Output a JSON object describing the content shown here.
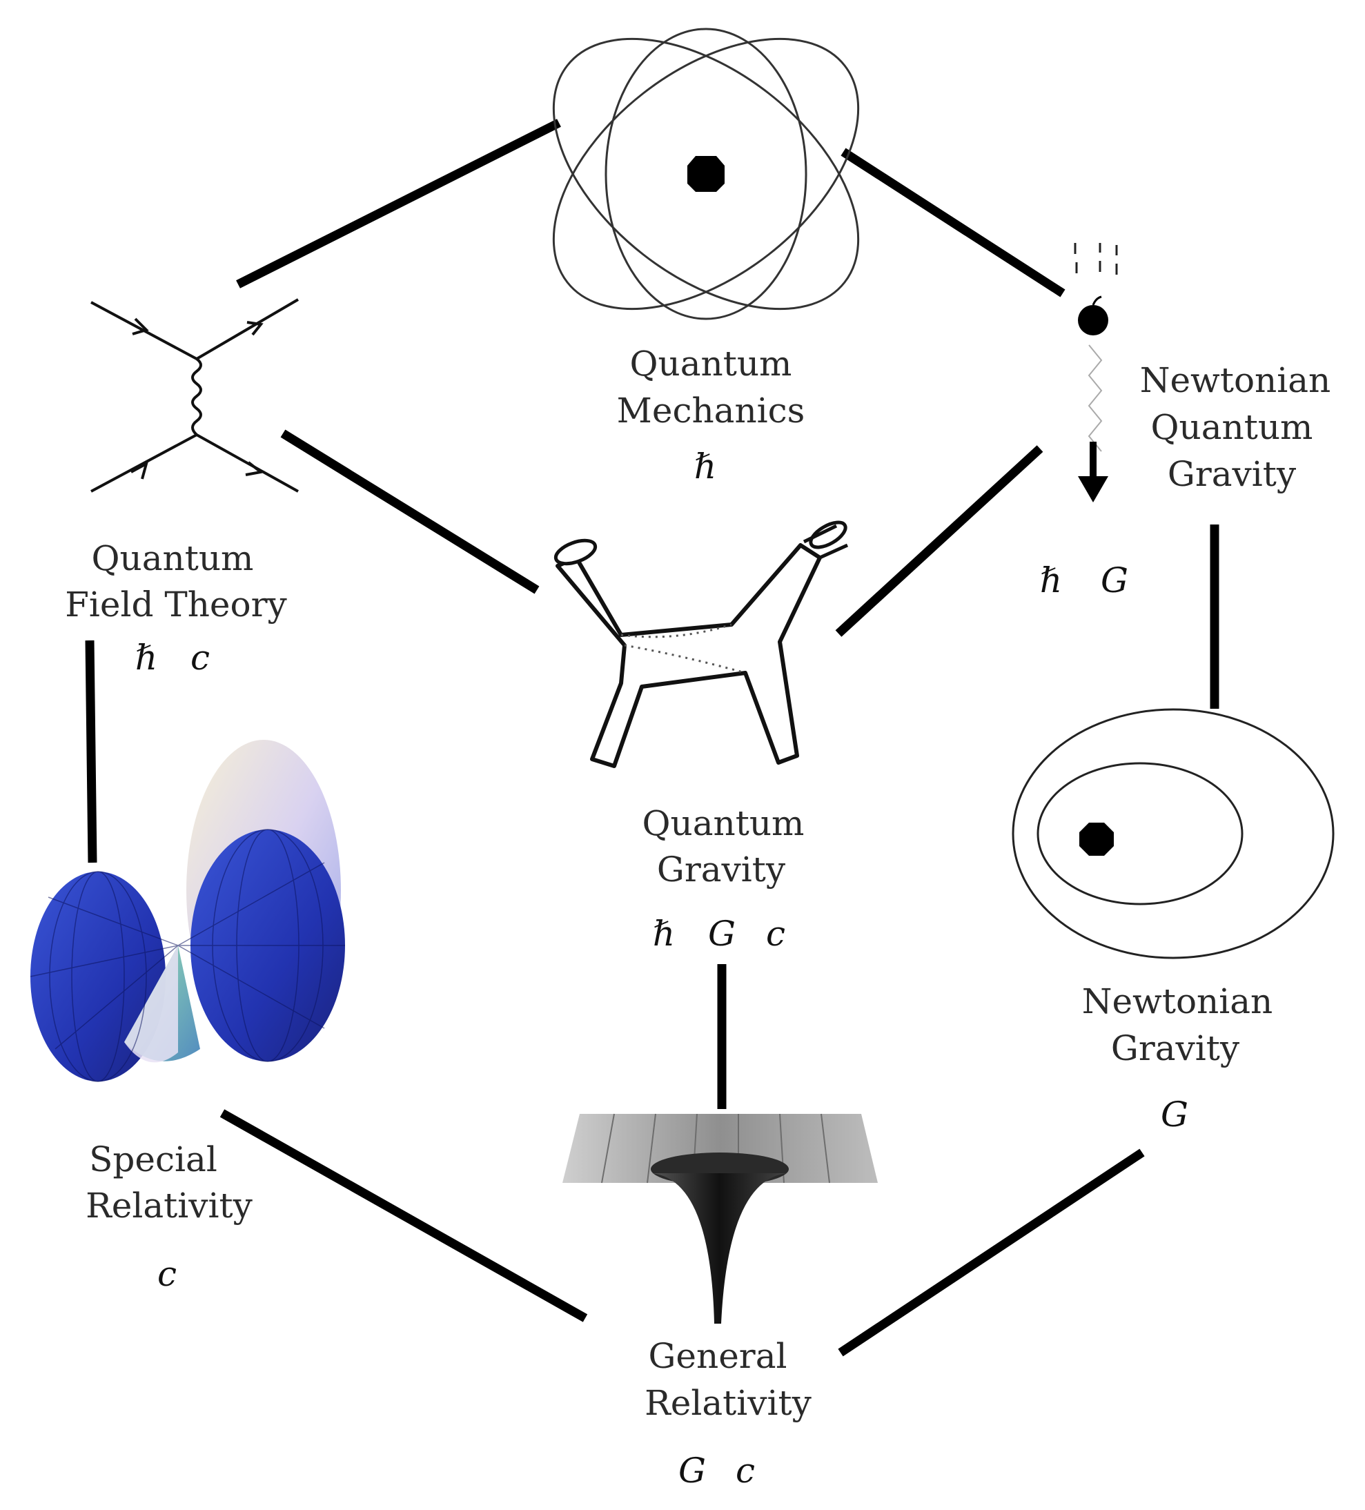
{
  "nodes": {
    "quantum_mechanics": {
      "lines": [
        "Quantum",
        "Mechanics"
      ],
      "constants": [
        "ℏ"
      ]
    },
    "quantum_field_theory": {
      "lines": [
        "Quantum",
        "Field Theory"
      ],
      "constants": [
        "ℏ",
        "c"
      ]
    },
    "newtonian_quantum_gravity": {
      "lines": [
        "Newtonian",
        "Quantum",
        "Gravity"
      ],
      "constants": [
        "ℏ",
        "G"
      ]
    },
    "quantum_gravity": {
      "lines": [
        "Quantum",
        "Gravity"
      ],
      "constants": [
        "ℏ",
        "G",
        "c"
      ]
    },
    "newtonian_gravity": {
      "lines": [
        "Newtonian",
        "Gravity"
      ],
      "constants": [
        "G"
      ]
    },
    "special_relativity": {
      "lines": [
        "Special",
        "Relativity"
      ],
      "constants": [
        "c"
      ]
    },
    "general_relativity": {
      "lines": [
        "General",
        "Relativity"
      ],
      "constants": [
        "G",
        "c"
      ]
    }
  },
  "colors": {
    "line": "#000000",
    "sphere_blue": "#2b3fbf",
    "sphere_cream": "#efe9c9",
    "sphere_green": "#7fcf9a"
  },
  "icons": {
    "quantum_mechanics": "atom-icon",
    "quantum_field_theory": "feynman-diagram-icon",
    "newtonian_quantum_gravity": "falling-apple-icon",
    "quantum_gravity": "branching-tube-icon",
    "newtonian_gravity": "orbit-icon",
    "special_relativity": "light-cone-sphere-icon",
    "general_relativity": "curved-spacetime-funnel-icon"
  }
}
